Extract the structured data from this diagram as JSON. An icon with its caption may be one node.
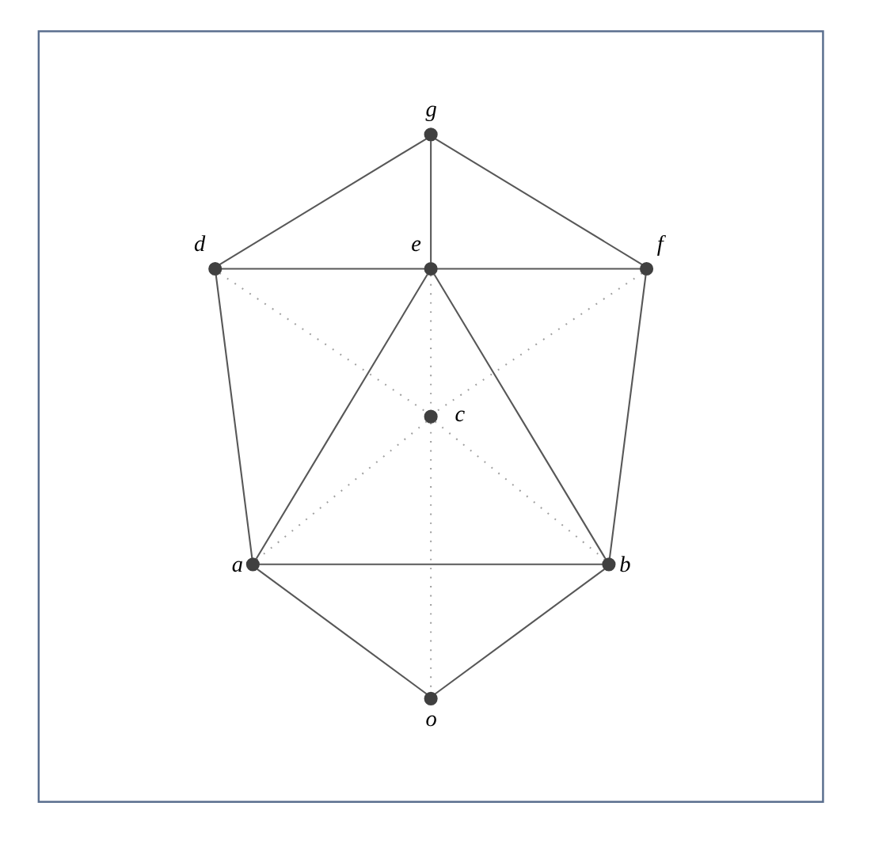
{
  "diagram": {
    "nodes": [
      {
        "text": [],
        "shape": "box"
      },
      {
        "text": [],
        "shape": "circle",
        "beside": [
          "g"
        ],
        "in": 0
      },
      {
        "text": [],
        "shape": "circle",
        "beside": [
          "d"
        ],
        "in": 0
      },
      {
        "text": [],
        "shape": "circle",
        "beside": [
          "e"
        ],
        "in": 0
      },
      {
        "text": [],
        "shape": "circle",
        "beside": [
          "f"
        ],
        "in": 0
      },
      {
        "text": [],
        "shape": "circle",
        "beside": [
          "c"
        ],
        "in": 0
      },
      {
        "text": [],
        "shape": "circle",
        "beside": [
          "a"
        ],
        "in": 0
      },
      {
        "text": [],
        "shape": "circle",
        "beside": [
          "b"
        ],
        "in": 0
      },
      {
        "text": [],
        "shape": "circle",
        "beside": [
          "o"
        ],
        "in": 0
      }
    ],
    "edges": [
      {
        "from": 1,
        "to": 2,
        "arrow": "none"
      },
      {
        "from": 1,
        "to": 3,
        "arrow": "none"
      },
      {
        "from": 1,
        "to": 4,
        "arrow": "none"
      },
      {
        "from": 2,
        "to": 3,
        "arrow": "none"
      },
      {
        "from": 3,
        "to": 4,
        "arrow": "none"
      },
      {
        "from": 2,
        "to": 6,
        "arrow": "none"
      },
      {
        "from": 4,
        "to": 7,
        "arrow": "none"
      },
      {
        "from": 3,
        "to": 6,
        "arrow": "none"
      },
      {
        "from": 3,
        "to": 7,
        "arrow": "none"
      },
      {
        "from": 6,
        "to": 7,
        "arrow": "none"
      },
      {
        "from": 6,
        "to": 8,
        "arrow": "none"
      },
      {
        "from": 7,
        "to": 8,
        "arrow": "none"
      },
      {
        "from": 2,
        "to": 5,
        "arrow": "none",
        "style": "dashed",
        "color": "#a0a0a0"
      },
      {
        "from": 4,
        "to": 5,
        "arrow": "none",
        "style": "dashed",
        "color": "#a0a0a0"
      },
      {
        "from": 3,
        "to": 5,
        "arrow": "none",
        "style": "dashed",
        "color": "#a0a0a0"
      },
      {
        "from": 5,
        "to": 6,
        "arrow": "none",
        "style": "dashed",
        "color": "#a0a0a0"
      },
      {
        "from": 5,
        "to": 7,
        "arrow": "none",
        "style": "dashed",
        "color": "#a0a0a0"
      },
      {
        "from": 5,
        "to": 8,
        "arrow": "none",
        "style": "dashed",
        "color": "#a0a0a0"
      }
    ]
  }
}
